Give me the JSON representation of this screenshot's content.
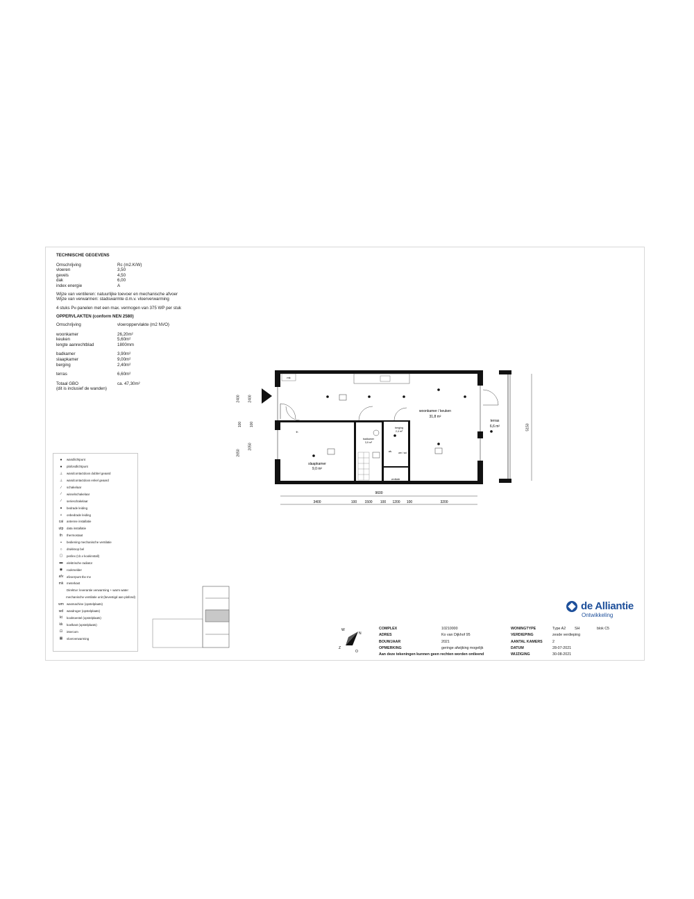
{
  "tech": {
    "heading": "TECHNISCHE GEGEVENS",
    "table_header": [
      "Omschrijving",
      "Rc (m2.K/W)"
    ],
    "rows": [
      [
        "vloeren",
        "3,50"
      ],
      [
        "gevels",
        "4,50"
      ],
      [
        "dak",
        "6,00"
      ],
      [
        "index energie",
        "A"
      ]
    ],
    "vent": "Wijze van ventileren: natuurlijke toevoer en mechanische afvoer",
    "heat": "Wijze van verwarmen: stadswarmte d.m.v. vloerverwarming",
    "pv": "4 stuks Pv-panelen met een max. vermogen van 375 WP per stuk",
    "area_heading": "OPPERVLAKTEN (conform NEN 2580)",
    "area_header": [
      "Omschrijving",
      "vloeroppervlakte (m2 NVO)"
    ],
    "area_group1": [
      [
        "woonkamer",
        "26,20m²"
      ],
      [
        "keuken",
        "5,60m²"
      ],
      [
        "lengte aanrechtblad",
        "1800mm"
      ]
    ],
    "area_group2": [
      [
        "badkamer",
        "3,90m²"
      ],
      [
        "slaapkamer",
        "9,00m²"
      ],
      [
        "berging",
        "2,40m²"
      ]
    ],
    "terras": [
      "terras",
      "6,60m²"
    ],
    "total_label": "Totaal GBO",
    "total_value": "ca. 47,30m²",
    "total_note": "(dit is inclusief de wanden)"
  },
  "legend": [
    {
      "sym": "●",
      "label": "wandlichtpunt"
    },
    {
      "sym": "●",
      "label": "plafondlichtpunt"
    },
    {
      "sym": "⊥",
      "label": "wandcontactdoos dubbel geaard"
    },
    {
      "sym": "⊥",
      "label": "wandcontactdoos enkel geaard"
    },
    {
      "sym": "∕",
      "label": "schakelaar"
    },
    {
      "sym": "∕",
      "label": "wisselschakelaar"
    },
    {
      "sym": "∕",
      "label": "serieschakelaar"
    },
    {
      "sym": "▴",
      "label": "bedrade leiding"
    },
    {
      "sym": "▵",
      "label": "onbedrade leiding"
    },
    {
      "sym": "cai",
      "label": "antenne installatie"
    },
    {
      "sym": "utp",
      "label": "data installatie"
    },
    {
      "sym": "th",
      "label": "thermostaat"
    },
    {
      "sym": "▪",
      "label": "bediening mechanische ventilatie"
    },
    {
      "sym": "○",
      "label": "drukknop bel"
    },
    {
      "sym": "▢",
      "label": "perilex (t.b.v kookinstall)"
    },
    {
      "sym": "▬",
      "label": "elektrische radiator"
    },
    {
      "sym": "◉",
      "label": "rookmelder"
    },
    {
      "sym": "afv",
      "label": "afvoerpunt tbv mv"
    },
    {
      "sym": "mk",
      "label": "meterkast"
    },
    {
      "sym": "",
      "label": "Direktvv: leverantie verwarming + warm water"
    },
    {
      "sym": "",
      "label": "mechanische ventilatie unit (bevestigd aan plafond)"
    },
    {
      "sym": "wm",
      "label": "wasmachine       (opstelplaats)"
    },
    {
      "sym": "wd",
      "label": "wasdroger        (opstelplaats)"
    },
    {
      "sym": "kt",
      "label": "kooktoestel      (opstelplaats)"
    },
    {
      "sym": "kk",
      "label": "koelkast         (opstelplaats)"
    },
    {
      "sym": "⊡",
      "label": "intercom"
    },
    {
      "sym": "▦",
      "label": "vloerverwarming"
    }
  ],
  "plan": {
    "rooms": {
      "woonkamer": "woonkamer / keuken",
      "woonkamer_area": "31,8 m²",
      "terras": "terras",
      "terras_area": "6,6 m²",
      "slaapkamer": "slaapkamer",
      "slaapkamer_area": "9,0 m²",
      "badkamer": "badkamer",
      "badkamer_area": "3,9 m²",
      "berging": "berging",
      "berging_area": "2,4 m²",
      "mk": "mk",
      "afv": "afv",
      "th": "th",
      "wm": "wm / wd",
      "ventilation": "ventilatie"
    },
    "dims": {
      "total": "9600",
      "segments": [
        "3400",
        "100",
        "1500",
        "100",
        "1200",
        "100",
        "3200"
      ],
      "left_upper": [
        "2400",
        "2400"
      ],
      "left_mid": [
        "100",
        "100"
      ],
      "left_lower": [
        "2650",
        "2050"
      ],
      "right": "5150"
    }
  },
  "logo": {
    "name": "de Alliantie",
    "sub": "Ontwikkeling"
  },
  "compass": {
    "w": "W",
    "n": "N",
    "z": "Z",
    "o": "O"
  },
  "title_block": {
    "rows": [
      {
        "k": "COMPLEX",
        "v": "10210000",
        "k2": "WONINGTYPE",
        "v2": "Type A2",
        "v3": "SH",
        "v4": "blok C5"
      },
      {
        "k": "ADRES",
        "v": "Ko van Dijkhof 95",
        "k2": "VERDIEPING",
        "v2": "zesde verdieping",
        "v3": "",
        "v4": ""
      },
      {
        "k": "BOUWJAAR",
        "v": "2021",
        "k2": "AANTAL KAMERS",
        "v2": "2",
        "v3": "",
        "v4": ""
      },
      {
        "k": "OPMERKING",
        "v": "geringe afwijking mogelijk",
        "k2": "DATUM",
        "v2": "28-07-2021",
        "v3": "",
        "v4": ""
      }
    ],
    "disclaimer": "Aan deze tekeningen kunnen geen rechten worden ontleend",
    "wijz_label": "WIJZIGING",
    "wijz_value": "30-08-2021"
  }
}
